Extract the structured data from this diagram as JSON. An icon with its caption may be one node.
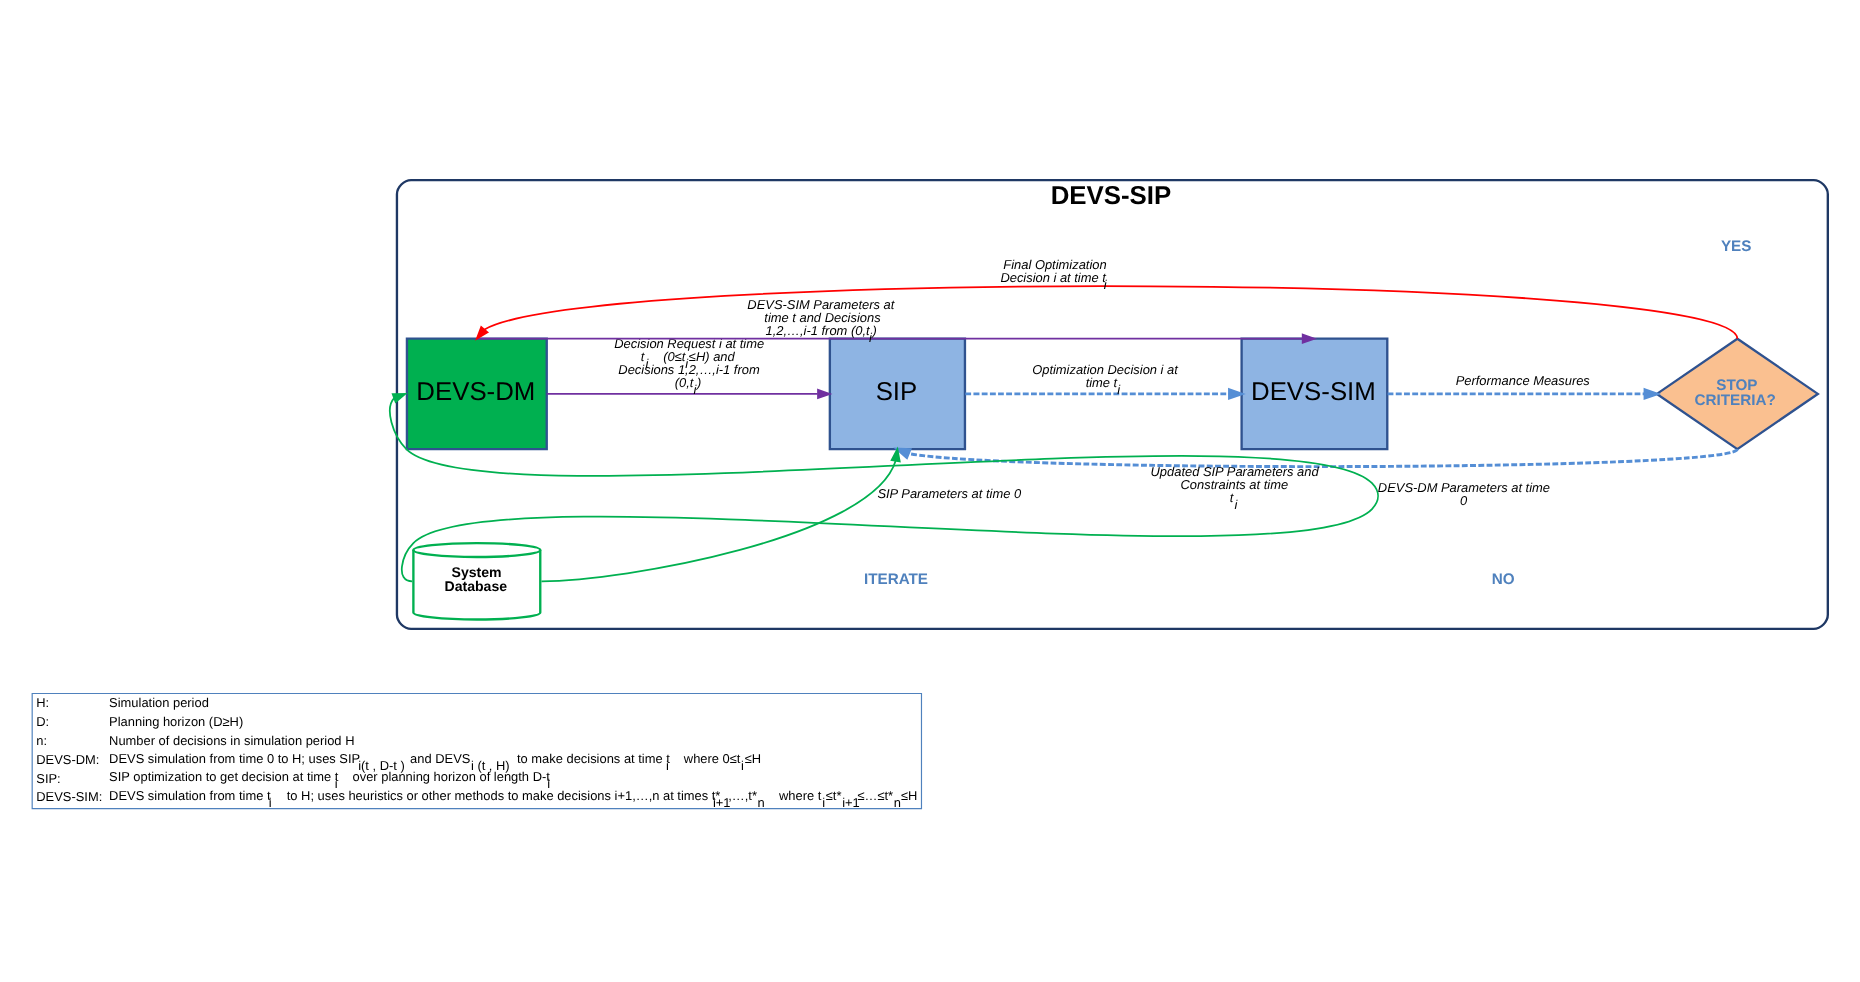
{
  "diagram": {
    "nodes": [
      {
        "text": [
          "DEVS-SIP"
        ]
      },
      {
        "text": [
          "DEVS-DM"
        ],
        "in": 0
      },
      {
        "text": [
          "SIP"
        ],
        "in": 0
      },
      {
        "text": [
          "DEVS-SIM"
        ],
        "in": 0
      },
      {
        "text": [
          "STOP CRITERIA?"
        ],
        "in": 0
      },
      {
        "text": [
          "System Database"
        ],
        "in": 0
      }
    ],
    "edges": [
      {
        "from": 1,
        "to": 3,
        "arrow": "to",
        "color": "#7030a0",
        "label": "DEVS-SIM Parameters at time t and Decisions 1,2,…,i-1 from (0,t$_{i}$)"
      },
      {
        "from": 1,
        "to": 2,
        "arrow": "to",
        "color": "#7030a0",
        "label": "Decision Request i at time t$_{i}$ (0≤t$_{i}$≤H) and Decisions 1,2,…,i-1 from (0,t$_{i}$)"
      },
      {
        "from": 2,
        "to": 3,
        "arrow": "to",
        "style": "dashed",
        "color": "#558ed5",
        "label": "Optimization Decision i at time t$_{i}$"
      },
      {
        "from": 3,
        "to": 4,
        "arrow": "to",
        "style": "dashed",
        "color": "#558ed5",
        "label": "Performance Measures"
      },
      {
        "from": 4,
        "to": 1,
        "arrow": "to",
        "color": "#ff0000",
        "label": "Final Optimization Decision i at time t$_{i}$"
      },
      {
        "from": 4,
        "to": 2,
        "arrow": "to",
        "style": "dashed",
        "color": "#558ed5",
        "label": "Updated SIP Parameters and Constraints at time t$_{i}$"
      },
      {
        "from": 5,
        "to": 1,
        "arrow": "to",
        "color": "#00b050",
        "label": "DEVS-DM Parameters at time 0"
      },
      {
        "from": 5,
        "to": 2,
        "arrow": "to",
        "color": "#00b050",
        "label": "SIP Parameters at time 0"
      }
    ],
    "labels": [
      "YES",
      "NO",
      "ITERATE",
      "H:",
      "Simulation period",
      "D:",
      "Planning horizon (D≥H)",
      "n:",
      "Number of decisions in simulation period H",
      "DEVS-DM:",
      "DEVS simulation from time 0 to H; uses SIP$_{i(t , D-t )}$ and DEVS$_{i (t , H)}$ to make decisions at time t$_{i}$ where 0≤t$_{i}$≤H",
      "SIP:",
      "SIP optimization to get decision at time t$_{i}$ over planning horizon of length D-t$_{i}$",
      "DEVS-SIM:",
      "DEVS simulation from time t$_{i}$ to H; uses heuristics or other methods to make decisions i+1,…,n at times t*$_{i+1}$,…,t*$_{n}$ where t$_{i}$≤t*$_{i+1}$≤…≤t*$_{n}$≤H"
    ]
  }
}
